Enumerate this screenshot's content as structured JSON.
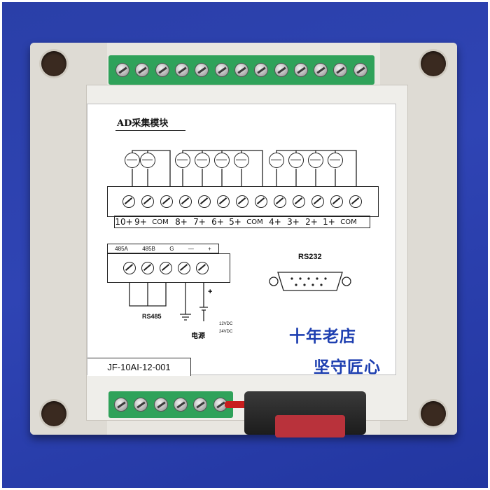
{
  "device": {
    "title": "AD采集模块",
    "model": "JF-10AI-12-001",
    "terminal_labels": [
      "10+",
      "9+",
      "COM",
      "8+",
      "7+",
      "6+",
      "5+",
      "COM",
      "4+",
      "3+",
      "2+",
      "1+",
      "COM"
    ],
    "rs485_header": [
      "485A",
      "485B",
      "G",
      "—",
      "+"
    ],
    "rs485_label": "RS485",
    "rs232_label": "RS232",
    "power_label": "电源",
    "power_plus": "+",
    "voltage_12": "12VDC",
    "voltage_24": "24VDC",
    "slogan_line1": "十年老店",
    "slogan_line2": "坚守匠心"
  },
  "colors": {
    "background": "#2f44b4",
    "terminal_green": "#2fa25a",
    "slogan_blue": "#1e3fb0",
    "connector_red": "#b9323b"
  }
}
